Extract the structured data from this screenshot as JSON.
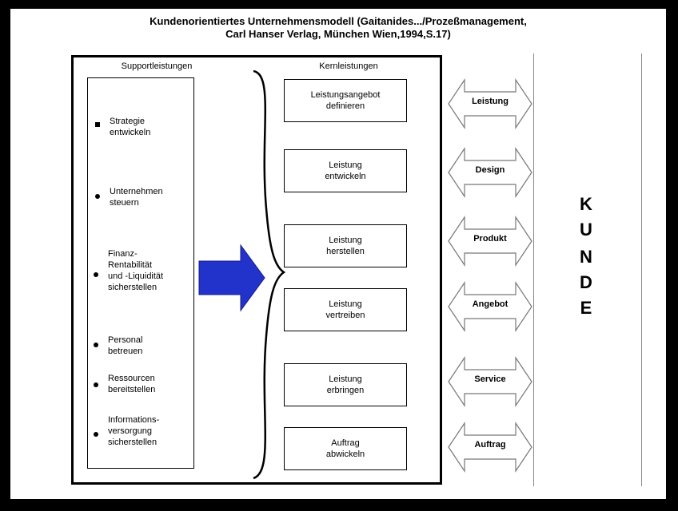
{
  "title": {
    "line1": "Kundenorientiertes Unternehmensmodell (Gaitanides.../Prozeßmanagement,",
    "line2": "Carl Hanser Verlag, München Wien,1994,S.17)"
  },
  "support": {
    "header": "Supportleistungen",
    "items": [
      {
        "line1": "Strategie",
        "line2": "entwickeln",
        "line3": "",
        "line4": ""
      },
      {
        "line1": "Unternehmen",
        "line2": "steuern",
        "line3": "",
        "line4": ""
      },
      {
        "line1": "Finanz-",
        "line2": "Rentabilität",
        "line3": "und -Liquidität",
        "line4": "sicherstellen"
      },
      {
        "line1": "Personal",
        "line2": "betreuen",
        "line3": "",
        "line4": ""
      },
      {
        "line1": "Ressourcen",
        "line2": "bereitstellen",
        "line3": "",
        "line4": ""
      },
      {
        "line1": "Informations-",
        "line2": "versorgung",
        "line3": "sicherstellen",
        "line4": ""
      }
    ]
  },
  "kern": {
    "header": "Kernleistungen",
    "items": [
      "Leistungsangebot\ndefinieren",
      "Leistung\nentwickeln",
      "Leistung\nherstellen",
      "Leistung\nvertreiben",
      "Leistung\nerbringen",
      "Auftrag\nabwickeln"
    ]
  },
  "flows": [
    "Leistung",
    "Design",
    "Produkt",
    "Angebot",
    "Service",
    "Auftrag"
  ],
  "kunde": [
    "K",
    "U",
    "N",
    "D",
    "E"
  ],
  "colors": {
    "arrow_blue": "#2233cc",
    "frame": "#000000"
  }
}
